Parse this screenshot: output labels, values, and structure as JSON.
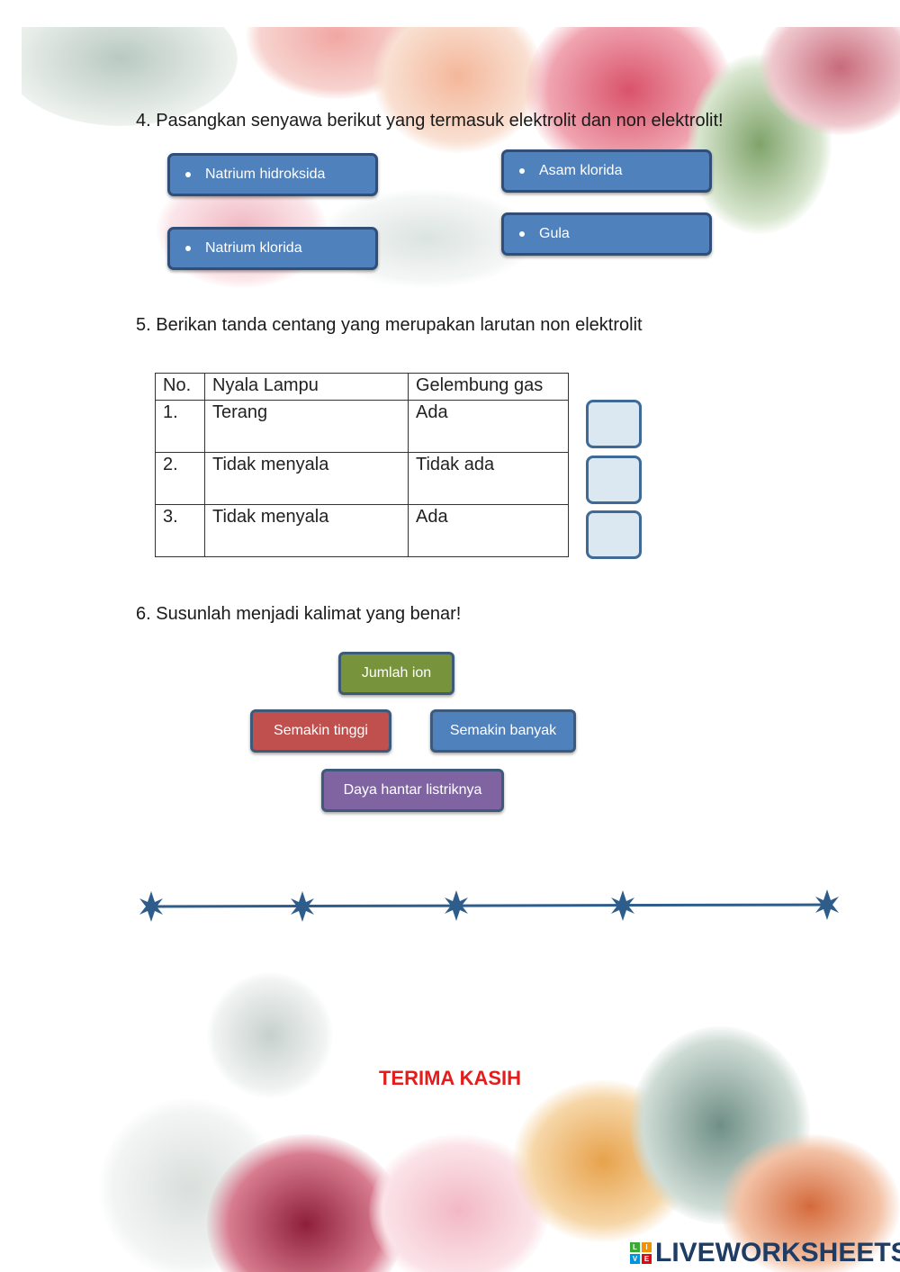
{
  "q4": {
    "label": "4.  Pasangkan senyawa berikut yang termasuk elektrolit dan non elektrolit!",
    "items": [
      "Natrium hidroksida",
      "Asam klorida",
      "Natrium klorida",
      "Gula"
    ]
  },
  "q5": {
    "label": "5.  Berikan tanda centang yang merupakan larutan non elektrolit",
    "headers": [
      "No.",
      "Nyala Lampu",
      "Gelembung gas"
    ],
    "rows": [
      [
        "1.",
        "Terang",
        "Ada"
      ],
      [
        "2.",
        "Tidak menyala",
        "Tidak ada"
      ],
      [
        "3.",
        "Tidak menyala",
        "Ada"
      ]
    ]
  },
  "q6": {
    "label": "6.  Susunlah menjadi kalimat yang benar!",
    "words": [
      "Jumlah ion",
      "Semakin tinggi",
      "Semakin banyak",
      "Daya hantar listriknya"
    ],
    "colors": [
      "#77933c",
      "#c0504d",
      "#4f81bd",
      "#8064a2"
    ]
  },
  "footer": {
    "thanks": "TERIMA KASIH",
    "brand": "LIVEWORKSHEETS",
    "brand_mark": [
      "L",
      "I",
      "V",
      "E"
    ]
  }
}
